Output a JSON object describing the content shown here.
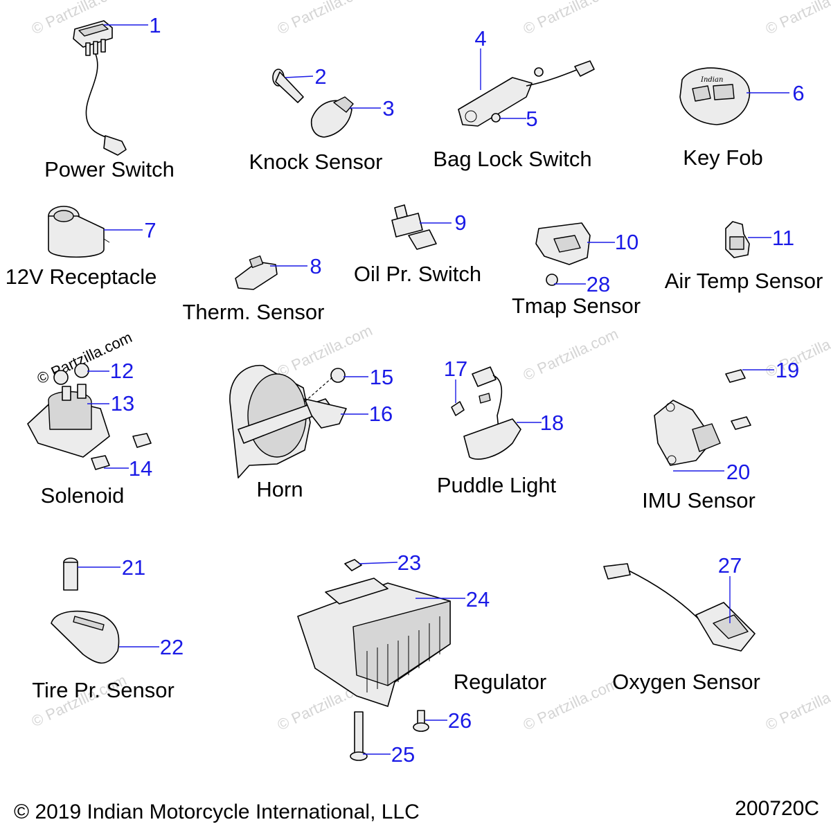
{
  "diagram": {
    "part_labels": [
      "Power Switch",
      "Knock Sensor",
      "Bag Lock Switch",
      "Key Fob",
      "12V Receptacle",
      "Therm. Sensor",
      "Oil Pr. Switch",
      "Tmap Sensor",
      "Air Temp Sensor",
      "Solenoid",
      "Horn",
      "Puddle Light",
      "IMU Sensor",
      "Tire Pr. Sensor",
      "Regulator",
      "Oxygen Sensor"
    ],
    "callouts": [
      "1",
      "2",
      "3",
      "4",
      "5",
      "6",
      "7",
      "8",
      "9",
      "10",
      "11",
      "12",
      "13",
      "14",
      "15",
      "16",
      "17",
      "18",
      "19",
      "20",
      "21",
      "22",
      "23",
      "24",
      "25",
      "26",
      "27",
      "28"
    ],
    "watermark": "© Partzilla.com",
    "copyright": "© 2019 Indian Motorcycle International, LLC",
    "diagram_code": "200720C"
  },
  "colors": {
    "callout": "#1a1ae6",
    "label": "#000000",
    "watermark": "#d4d4d4",
    "background": "#ffffff"
  }
}
